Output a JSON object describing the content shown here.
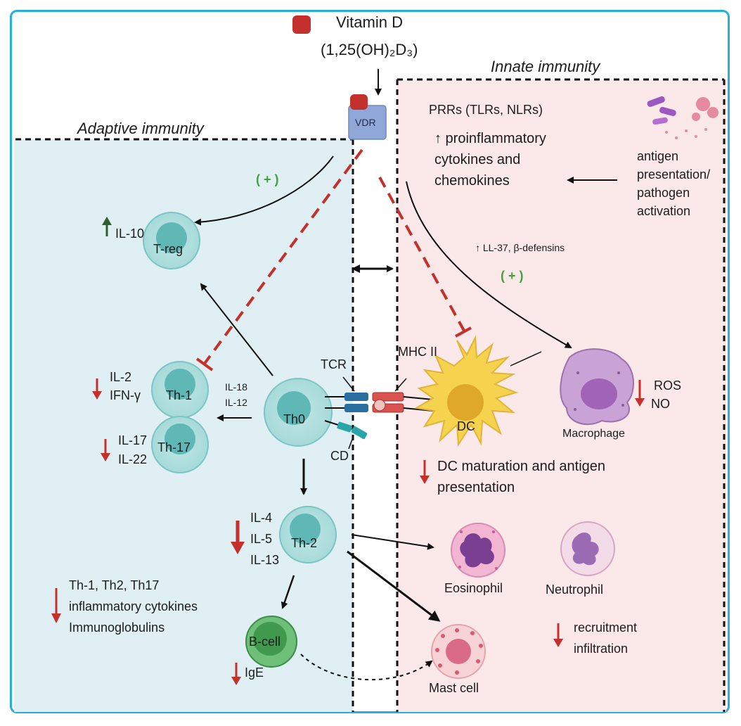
{
  "vitamin": {
    "name": "Vitamin D",
    "formula": "(1,25(OH)₂D₃)"
  },
  "receptor": "VDR",
  "sections": {
    "adaptive": "Adaptive immunity",
    "innate": "Innate immunity"
  },
  "plus_sign": "( + )",
  "adaptive": {
    "treg": {
      "label": "T-reg",
      "cytokine": "IL-10"
    },
    "th1": {
      "label": "Th-1",
      "cytokines": [
        "IL-2",
        "IFN-γ"
      ]
    },
    "th17": {
      "label": "Th-17",
      "cytokines": [
        "IL-17",
        "IL-22"
      ]
    },
    "th0": {
      "label": "Th0",
      "signals": [
        "IL-18",
        "IL-12"
      ]
    },
    "th2": {
      "label": "Th-2",
      "cytokines": [
        "IL-4",
        "IL-5",
        "IL-13"
      ]
    },
    "bcell": {
      "label": "B-cell",
      "product": "IgE"
    },
    "summary": [
      "Th-1, Th2, Th17",
      "inflammatory cytokines",
      "Immunoglobulins"
    ],
    "tcr": "TCR",
    "cd": "CD"
  },
  "innate": {
    "prrs": "PRRs (TLRs, NLRs)",
    "proinflammatory": [
      "↑ proinflammatory",
      "cytokines and",
      "chemokines"
    ],
    "antigen": [
      "antigen",
      "presentation/",
      "pathogen",
      "activation"
    ],
    "ll37": "↑ LL-37, β-defensins",
    "mhc": "MHC  II",
    "dc": {
      "label": "DC",
      "effect": [
        "DC maturation and antigen",
        "presentation"
      ]
    },
    "macrophage": {
      "label": "Macrophage",
      "effects": [
        "ROS",
        "NO"
      ]
    },
    "eosinophil": "Eosinophil",
    "neutrophil": "Neutrophil",
    "mast": "Mast cell",
    "recruitment": [
      "recruitment",
      "infiltration"
    ]
  },
  "colors": {
    "frame": "#29aee0",
    "inhibit": "#c4302b",
    "up": "#2e5f2e",
    "down": "#c4302b",
    "plus": "#3fa33a"
  }
}
